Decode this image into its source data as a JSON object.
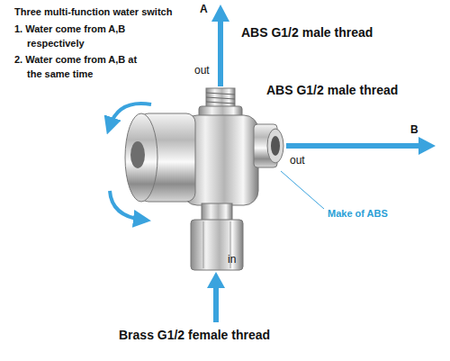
{
  "diagram": {
    "title": "Three multi-function water switch",
    "labels": [
      "1. Water come from A,B respectively",
      "2. Water come from A,B at the same time",
      "A",
      "out",
      "ABS G1/2 male thread",
      "ABS G1/2 male thread",
      "B",
      "out",
      "Make of ABS",
      "in",
      "Brass G1/2 female thread"
    ]
  }
}
